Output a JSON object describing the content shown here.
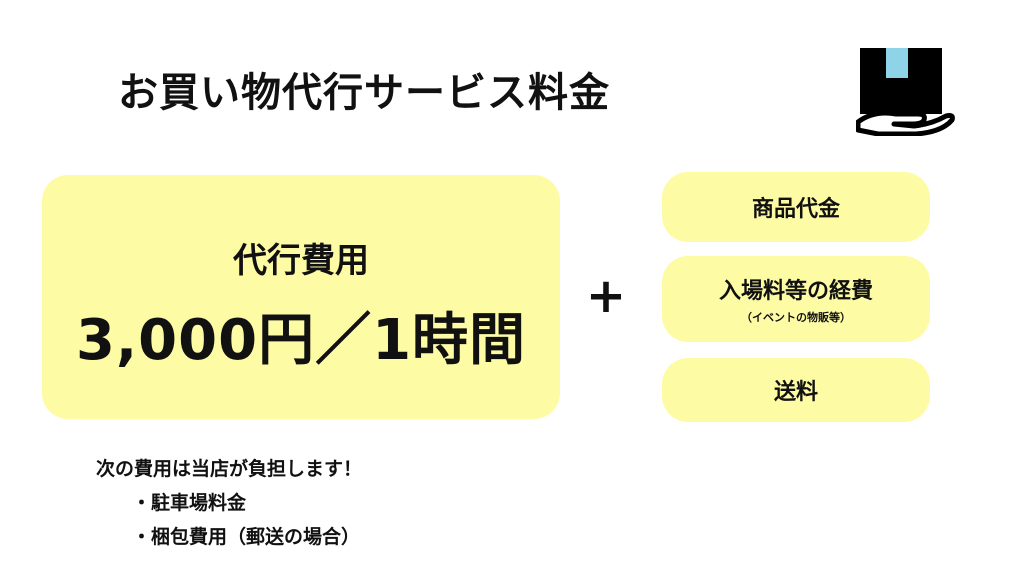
{
  "title": "お買い物代行サービス料金",
  "main": {
    "label": "代行費用",
    "price": "3,000円／1時間"
  },
  "plus": "+",
  "extras": [
    {
      "label": "商品代金"
    },
    {
      "label": "入場料等の経費",
      "note": "（イベントの物販等）"
    },
    {
      "label": "送料"
    }
  ],
  "notes": {
    "heading": "次の費用は当店が負担します！",
    "items": [
      "・駐車場料金",
      "・梱包費用（郵送の場合）"
    ]
  },
  "colors": {
    "card_bg": "#fefba5",
    "text": "#111111",
    "icon_dark": "#000000",
    "icon_label": "#8fd3e8"
  },
  "icons": {
    "delivery": "package-on-hand-icon"
  }
}
